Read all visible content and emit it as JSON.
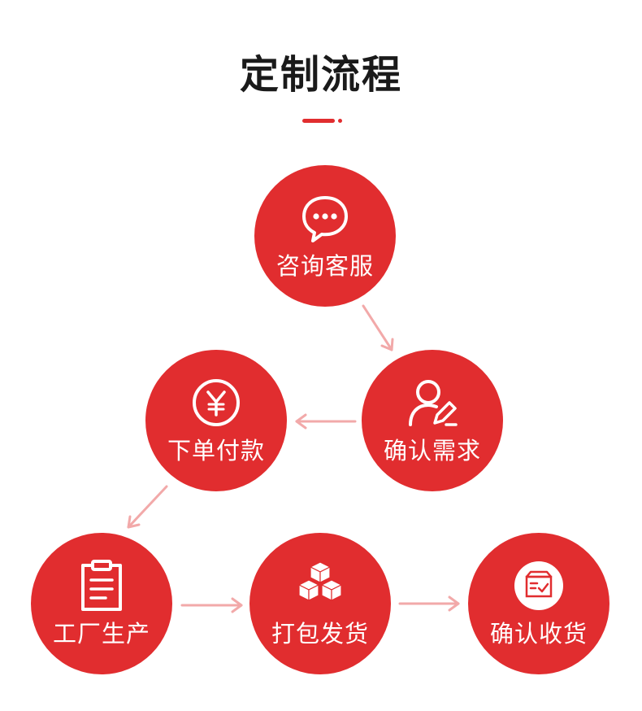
{
  "title": "定制流程",
  "colors": {
    "accent": "#e12d2f",
    "arrow": "#f2a9a9",
    "title": "#1a1a1a"
  },
  "steps": [
    {
      "label": "咨询客服",
      "icon": "chat-bubble-icon"
    },
    {
      "label": "确认需求",
      "icon": "user-edit-icon"
    },
    {
      "label": "下单付款",
      "icon": "yen-coin-icon"
    },
    {
      "label": "工厂生产",
      "icon": "clipboard-icon"
    },
    {
      "label": "打包发货",
      "icon": "boxes-icon"
    },
    {
      "label": "确认收货",
      "icon": "box-check-icon"
    }
  ]
}
